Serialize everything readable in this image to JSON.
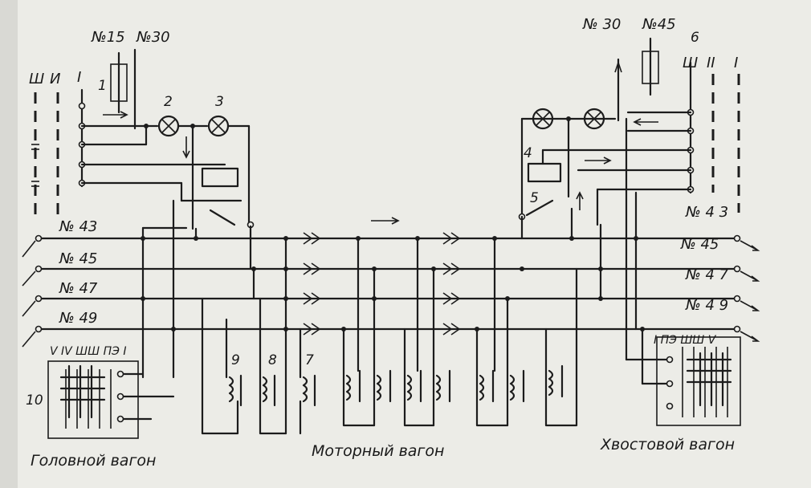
{
  "labels": {
    "top_left_n15": "№15",
    "top_left_n30": "№30",
    "top_right_n30": "№ 30",
    "top_right_n45": "№45",
    "roman_left_iii": "Ш",
    "roman_left_ii": "И",
    "roman_left_i": "I",
    "roman_right_iii": "Ш",
    "roman_right_ii": "II",
    "roman_right_i": "I",
    "num_1": "1",
    "num_2": "2",
    "num_3": "3",
    "num_4": "4",
    "num_5": "5",
    "num_6": "6",
    "num_7": "7",
    "num_8": "8",
    "num_9": "9",
    "num_10": "10",
    "left_n43": "№ 43",
    "left_n45": "№ 45",
    "left_n47": "№ 47",
    "left_n49": "№ 49",
    "right_n43": "№ 4 3",
    "right_n45": "№ 45",
    "right_n47": "№ 4 7",
    "right_n49": "№ 4 9",
    "left_switch_row": "V IV ШШ ПЭ I",
    "right_switch_row": "I ПЭ ШШ V",
    "caption_head": "Головной вагон",
    "caption_motor": "Моторный вагон",
    "caption_tail": "Хвостовой вагон"
  }
}
